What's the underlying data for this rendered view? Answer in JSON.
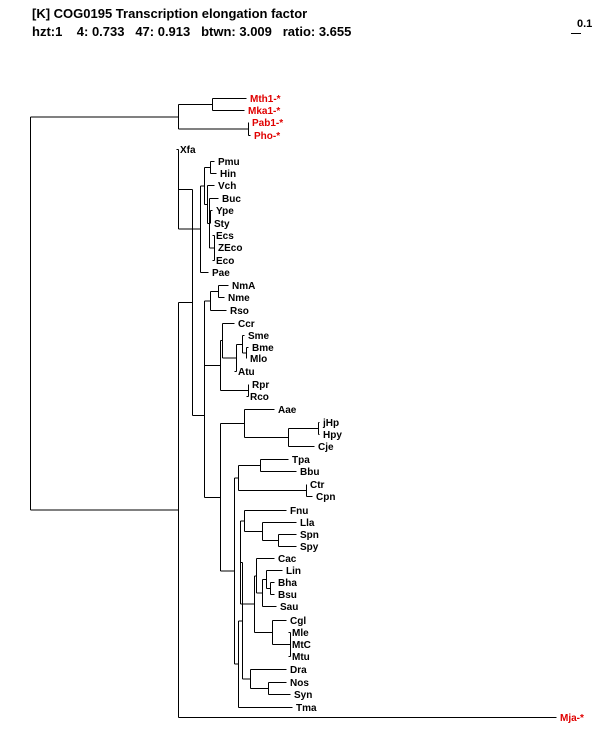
{
  "header": {
    "title": "[K] COG0195 Transcription elongation factor",
    "stats": "hzt:1    4: 0.733   47: 0.913   btwn: 3.009   ratio: 3.655"
  },
  "scale": {
    "label": "0.1"
  },
  "colors": {
    "highlight": "#e00000",
    "normal": "#000000"
  },
  "taxa": [
    {
      "id": "mth1",
      "label": "Mth1-*",
      "highlight": true
    },
    {
      "id": "mka1",
      "label": "Mka1-*",
      "highlight": true
    },
    {
      "id": "pab1",
      "label": "Pab1-*",
      "highlight": true
    },
    {
      "id": "pho",
      "label": "Pho-*",
      "highlight": true
    },
    {
      "id": "xfa",
      "label": "Xfa",
      "highlight": false
    },
    {
      "id": "pmu",
      "label": "Pmu",
      "highlight": false
    },
    {
      "id": "hin",
      "label": "Hin",
      "highlight": false
    },
    {
      "id": "vch",
      "label": "Vch",
      "highlight": false
    },
    {
      "id": "buc",
      "label": "Buc",
      "highlight": false
    },
    {
      "id": "ype",
      "label": "Ype",
      "highlight": false
    },
    {
      "id": "sty",
      "label": "Sty",
      "highlight": false
    },
    {
      "id": "ecs",
      "label": "Ecs",
      "highlight": false
    },
    {
      "id": "zeco",
      "label": "ZEco",
      "highlight": false
    },
    {
      "id": "eco",
      "label": "Eco",
      "highlight": false
    },
    {
      "id": "pae",
      "label": "Pae",
      "highlight": false
    },
    {
      "id": "nma",
      "label": "NmA",
      "highlight": false
    },
    {
      "id": "nme",
      "label": "Nme",
      "highlight": false
    },
    {
      "id": "rso",
      "label": "Rso",
      "highlight": false
    },
    {
      "id": "ccr",
      "label": "Ccr",
      "highlight": false
    },
    {
      "id": "sme",
      "label": "Sme",
      "highlight": false
    },
    {
      "id": "bme",
      "label": "Bme",
      "highlight": false
    },
    {
      "id": "mlo",
      "label": "Mlo",
      "highlight": false
    },
    {
      "id": "atu",
      "label": "Atu",
      "highlight": false
    },
    {
      "id": "rpr",
      "label": "Rpr",
      "highlight": false
    },
    {
      "id": "rco",
      "label": "Rco",
      "highlight": false
    },
    {
      "id": "aae",
      "label": "Aae",
      "highlight": false
    },
    {
      "id": "jhp",
      "label": "jHp",
      "highlight": false
    },
    {
      "id": "hpy",
      "label": "Hpy",
      "highlight": false
    },
    {
      "id": "cje",
      "label": "Cje",
      "highlight": false
    },
    {
      "id": "tpa",
      "label": "Tpa",
      "highlight": false
    },
    {
      "id": "bbu",
      "label": "Bbu",
      "highlight": false
    },
    {
      "id": "ctr",
      "label": "Ctr",
      "highlight": false
    },
    {
      "id": "cpn",
      "label": "Cpn",
      "highlight": false
    },
    {
      "id": "fnu",
      "label": "Fnu",
      "highlight": false
    },
    {
      "id": "lla",
      "label": "Lla",
      "highlight": false
    },
    {
      "id": "spn",
      "label": "Spn",
      "highlight": false
    },
    {
      "id": "spy",
      "label": "Spy",
      "highlight": false
    },
    {
      "id": "cac",
      "label": "Cac",
      "highlight": false
    },
    {
      "id": "lin",
      "label": "Lin",
      "highlight": false
    },
    {
      "id": "bha",
      "label": "Bha",
      "highlight": false
    },
    {
      "id": "bsu",
      "label": "Bsu",
      "highlight": false
    },
    {
      "id": "sau",
      "label": "Sau",
      "highlight": false
    },
    {
      "id": "cgl",
      "label": "Cgl",
      "highlight": false
    },
    {
      "id": "mle",
      "label": "Mle",
      "highlight": false
    },
    {
      "id": "mtc",
      "label": "MtC",
      "highlight": false
    },
    {
      "id": "mtu",
      "label": "Mtu",
      "highlight": false
    },
    {
      "id": "dra",
      "label": "Dra",
      "highlight": false
    },
    {
      "id": "nos",
      "label": "Nos",
      "highlight": false
    },
    {
      "id": "syn",
      "label": "Syn",
      "highlight": false
    },
    {
      "id": "tma",
      "label": "Tma",
      "highlight": false
    },
    {
      "id": "mja",
      "label": "Mja-*",
      "highlight": true
    }
  ]
}
